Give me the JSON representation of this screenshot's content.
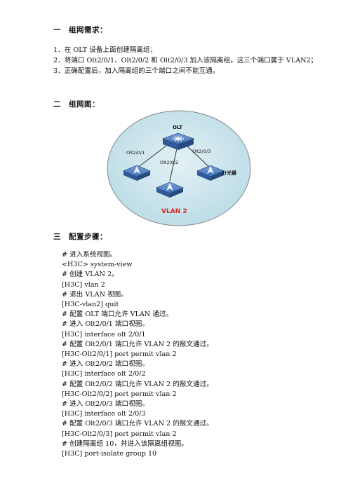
{
  "section1": {
    "title": "一　组网需求：",
    "items": [
      "1．在 OLT 设备上面创建隔离组；",
      "2．将端口 Olt2/0/1、Olt2/0/2 和 Olt2/0/3 加入该隔离组，这三个端口属于 VLAN2；",
      "3．正确配置后，加入隔离组的三个端口之间不能互通。"
    ]
  },
  "section2": {
    "title": "二　组网图：",
    "diagram": {
      "olt_label": "OLT",
      "port1": "Olt2/0/1",
      "port2": "Olt2/0/2",
      "port3": "Olt2/0/3",
      "splitter": "分光器",
      "vlan": "VLAN 2"
    }
  },
  "section3": {
    "title": "三　配置步骤：",
    "lines": [
      "# 进入系统视图。",
      "<H3C> system-view",
      "# 创建 VLAN 2。",
      "[H3C] vlan 2",
      "# 退出 VLAN 视图。",
      "[H3C-vlan2] quit",
      "# 配置 OLT 端口允许 VLAN 通过。",
      "# 进入 Olt2/0/1 端口视图。",
      "[H3C] interface olt 2/0/1",
      "# 配置 Olt2/0/1 端口允许 VLAN 2 的报文通过。",
      "[H3C-Olt2/0/1] port permit vlan 2",
      "# 进入 Olt2/0/2 端口视图。",
      "[H3C] interface olt 2/0/2",
      "# 配置 Olt2/0/2 端口允许 VLAN 2 的报文通过。",
      "[H3C-Olt2/0/2] port permit vlan 2",
      "# 进入 Olt2/0/3 端口视图。",
      "[H3C] interface olt 2/0/3",
      "# 配置 Olt2/0/3 端口允许 VLAN 2 的报文通过。",
      "[H3C-Olt2/0/3] port permit vlan 2",
      "# 创建隔离组 10，并进入该隔离组视图。",
      "[H3C] port-isolate group 10"
    ]
  },
  "colors": {
    "ellipse_fill": "#c9e4ec",
    "ellipse_stroke": "#8a8a8a",
    "device_blue": "#3f6fb0",
    "vlan_red": "#d9261c"
  }
}
